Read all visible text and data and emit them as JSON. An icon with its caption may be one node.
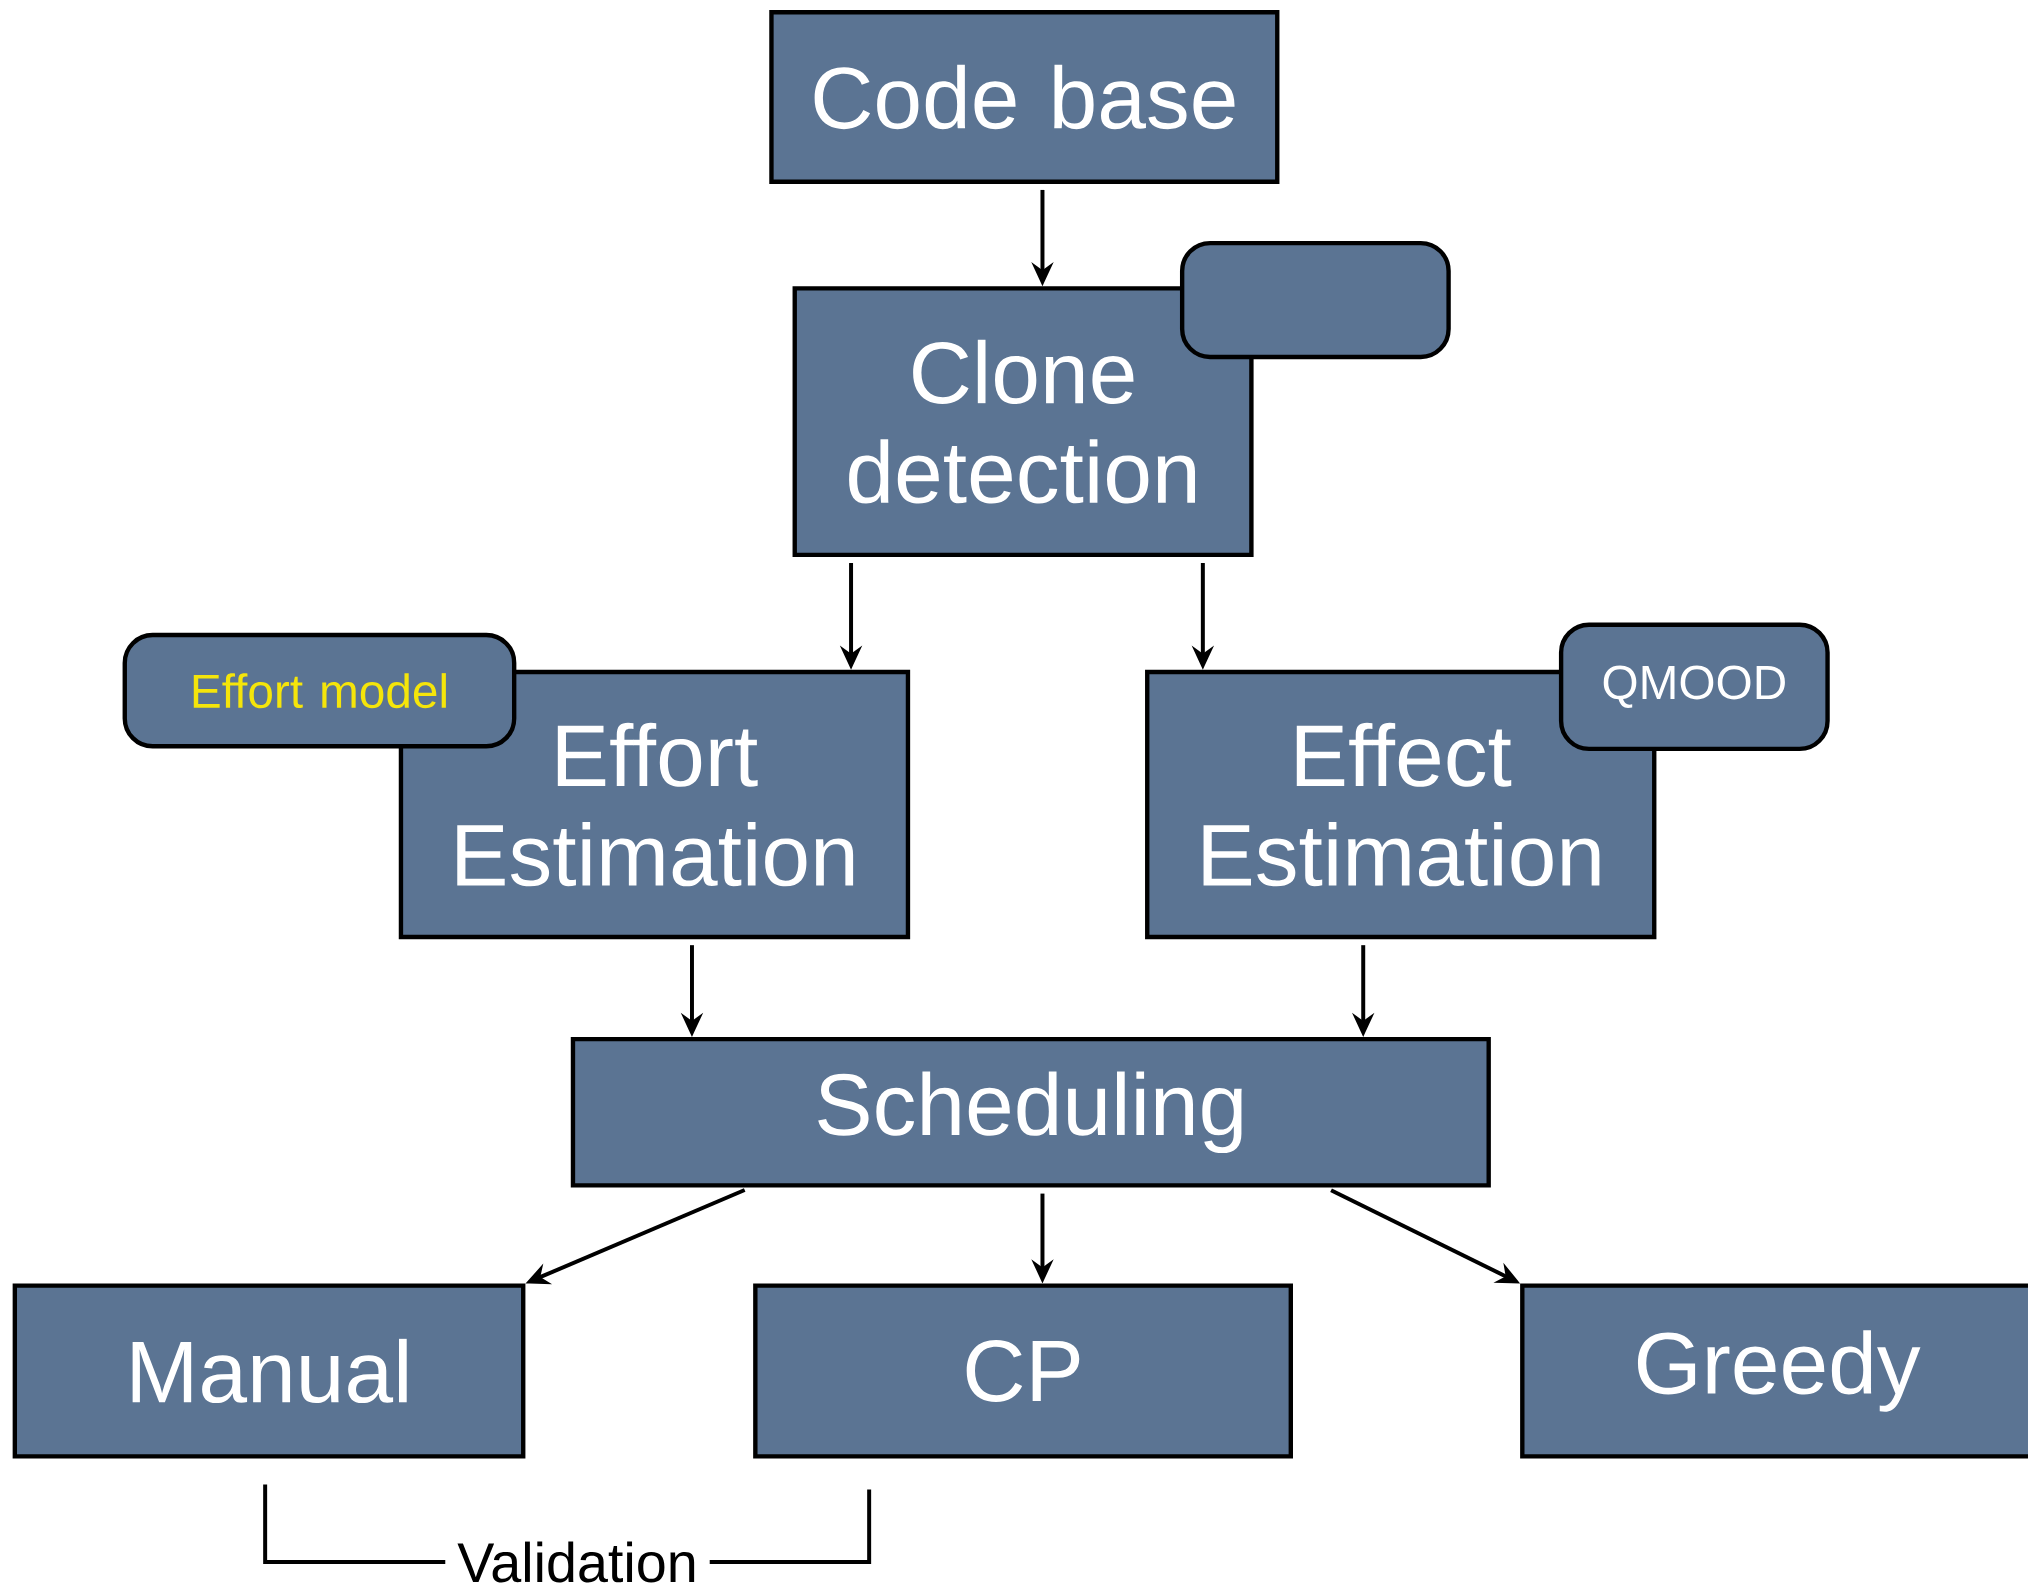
{
  "diagram": {
    "nodes": [
      {
        "text": [
          "Code base"
        ]
      },
      {
        "text": [
          "Clone detection"
        ]
      },
      {
        "text": [],
        "shape": "box"
      },
      {
        "text": [
          "Effort model"
        ]
      },
      {
        "text": [
          "Effort Estimation"
        ]
      },
      {
        "text": [
          "Effect Estimation"
        ]
      },
      {
        "text": [
          "QMOOD"
        ]
      },
      {
        "text": [
          "Scheduling"
        ]
      },
      {
        "text": [
          "Manual"
        ]
      },
      {
        "text": [
          "CP"
        ]
      },
      {
        "text": [
          "Greedy"
        ]
      }
    ],
    "edges": [
      {
        "from": 0,
        "to": 1,
        "arrow": "to"
      },
      {
        "from": 1,
        "to": 4,
        "arrow": "to"
      },
      {
        "from": 1,
        "to": 5,
        "arrow": "to"
      },
      {
        "from": 4,
        "to": 7,
        "arrow": "to"
      },
      {
        "from": 5,
        "to": 7,
        "arrow": "to"
      },
      {
        "from": 7,
        "to": 8,
        "arrow": "to"
      },
      {
        "from": 7,
        "to": 9,
        "arrow": "to"
      },
      {
        "from": 7,
        "to": 10,
        "arrow": "to"
      },
      {
        "from": 8,
        "to": 9,
        "arrow": "none",
        "label": "Validation"
      }
    ]
  }
}
